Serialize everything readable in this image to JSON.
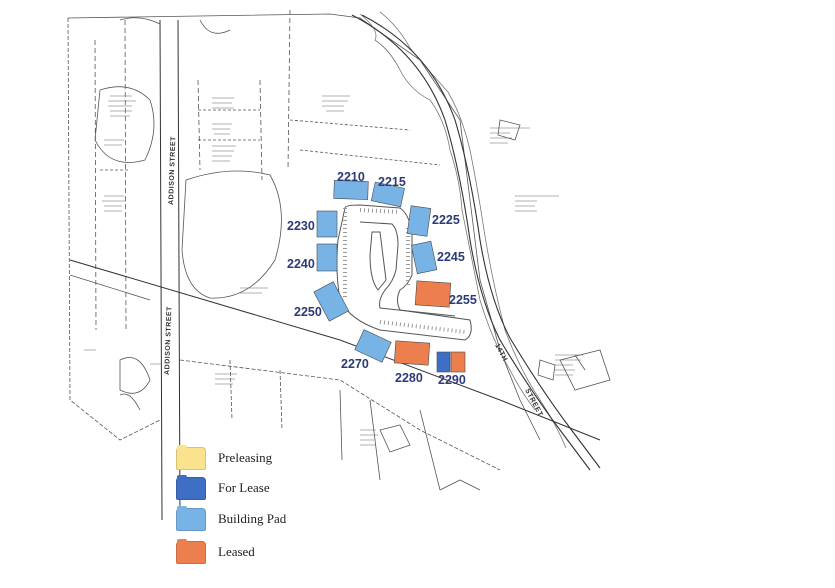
{
  "colors": {
    "preleasing": "#fbe38e",
    "for_lease": "#3e6fc4",
    "building_pad": "#78b3e6",
    "leased": "#ec7f4d",
    "linework": "#555555"
  },
  "pads": [
    {
      "id": "2210",
      "label": "2210",
      "status": "building_pad"
    },
    {
      "id": "2215",
      "label": "2215",
      "status": "building_pad"
    },
    {
      "id": "2225",
      "label": "2225",
      "status": "building_pad"
    },
    {
      "id": "2230",
      "label": "2230",
      "status": "building_pad"
    },
    {
      "id": "2240",
      "label": "2240",
      "status": "building_pad"
    },
    {
      "id": "2245",
      "label": "2245",
      "status": "building_pad"
    },
    {
      "id": "2250",
      "label": "2250",
      "status": "building_pad"
    },
    {
      "id": "2255",
      "label": "2255",
      "status": "leased"
    },
    {
      "id": "2270",
      "label": "2270",
      "status": "building_pad"
    },
    {
      "id": "2280",
      "label": "2280",
      "status": "leased"
    },
    {
      "id": "2290",
      "label": "2290",
      "status": "for_lease"
    }
  ],
  "streets": {
    "addison_upper": "ADDISON STREET",
    "addison_lower": "ADDISON STREET",
    "fourteenth": "14TH",
    "street_word": "STREET"
  },
  "legend": [
    {
      "key": "preleasing",
      "label": "Preleasing"
    },
    {
      "key": "for_lease",
      "label": "For Lease"
    },
    {
      "key": "building_pad",
      "label": "Building Pad"
    },
    {
      "key": "leased",
      "label": "Leased"
    }
  ]
}
